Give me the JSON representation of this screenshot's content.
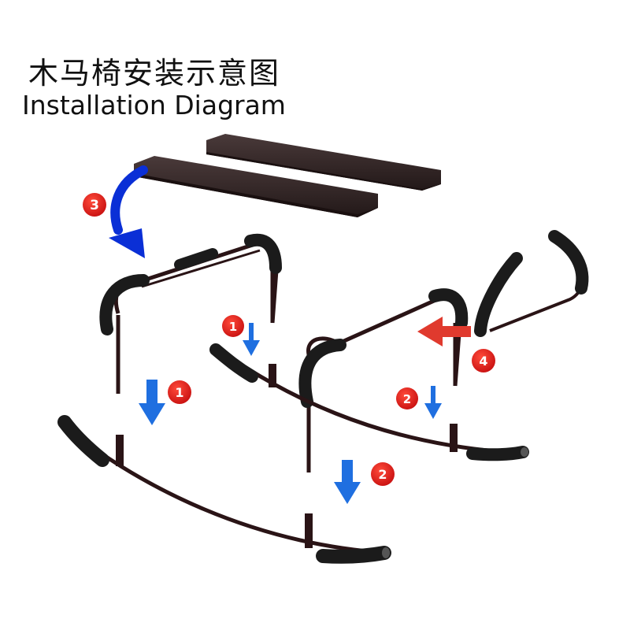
{
  "header": {
    "title_zh": "木马椅安装示意图",
    "title_en": "Installation Diagram"
  },
  "steps": {
    "step1_label": "1",
    "step2_label": "2",
    "step3_label": "3",
    "step4_label": "4"
  },
  "colors": {
    "steel": "#2a1416",
    "foam": "#1b1b1b",
    "board": "#2f2222",
    "badge_red": "#d81e1e",
    "arrow_blue": "#1f6fe0",
    "arrow_deep_blue": "#0a2fd6",
    "arrow_red": "#e03a2e"
  }
}
